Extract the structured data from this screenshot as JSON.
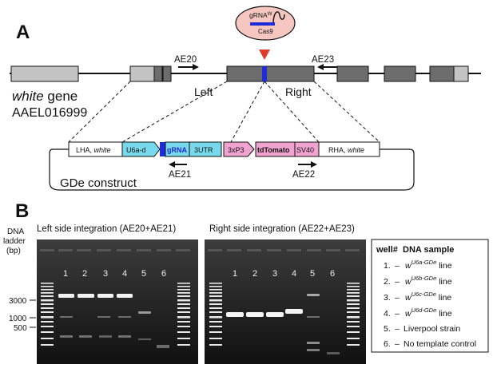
{
  "panel_a": {
    "label": "A",
    "cas9": {
      "top": "gRNA",
      "sup": "W",
      "bottom": "Cas9"
    },
    "gene_name_italic": "white",
    "gene_name_word": "gene",
    "gene_id": "AAEL016999",
    "primers_top": {
      "ae20": "AE20",
      "ae23": "AE23"
    },
    "arm_left": "Left",
    "arm_right": "Right",
    "construct": {
      "lha_prefix": "LHA, ",
      "lha_italic": "white",
      "u6": "U6a-d",
      "grna": "gRNA",
      "utr": "3UTR",
      "p3": "3xP3",
      "tdtomato": "tdTomato",
      "sv40": "SV40",
      "rha_prefix": "RHA, ",
      "rha_italic": "white",
      "ae21": "AE21",
      "ae22": "AE22",
      "name": "GDe construct"
    },
    "colors": {
      "exon_dark": "#6d6d6d",
      "exon_light": "#c4c4c4",
      "cut_blue": "#1d2bd9",
      "cut_red": "#e03a2a",
      "cyan": "#79d9ec",
      "pink": "#f0a3cf",
      "cas9_fill": "#f6c7c0"
    }
  },
  "panel_b": {
    "label": "B",
    "ladder_title": [
      "DNA",
      "ladder",
      "(bp)"
    ],
    "size_labels": {
      "s3000": "3000",
      "s1000": "1000",
      "s500": "500"
    },
    "left_gel_title": "Left side integration (AE20+AE21)",
    "right_gel_title": "Right side integration (AE22+AE23)",
    "lane_numbers": [
      "1",
      "2",
      "3",
      "4",
      "5",
      "6"
    ],
    "legend": {
      "col1": "well#",
      "col2": "DNA sample",
      "rows": [
        {
          "num": "1.",
          "dash": "–",
          "w": "w",
          "sup": "U6a-GDe",
          "suffix": "line"
        },
        {
          "num": "2.",
          "dash": "–",
          "w": "w",
          "sup": "U6b-GDe",
          "suffix": "line"
        },
        {
          "num": "3.",
          "dash": "–",
          "w": "w",
          "sup": "U6c-GDe",
          "suffix": "line"
        },
        {
          "num": "4.",
          "dash": "–",
          "w": "w",
          "sup": "U6d-GDe",
          "suffix": "line"
        },
        {
          "num": "5.",
          "dash": "–",
          "text": "Liverpool strain"
        },
        {
          "num": "6.",
          "dash": "–",
          "text": "No template control"
        }
      ]
    }
  }
}
